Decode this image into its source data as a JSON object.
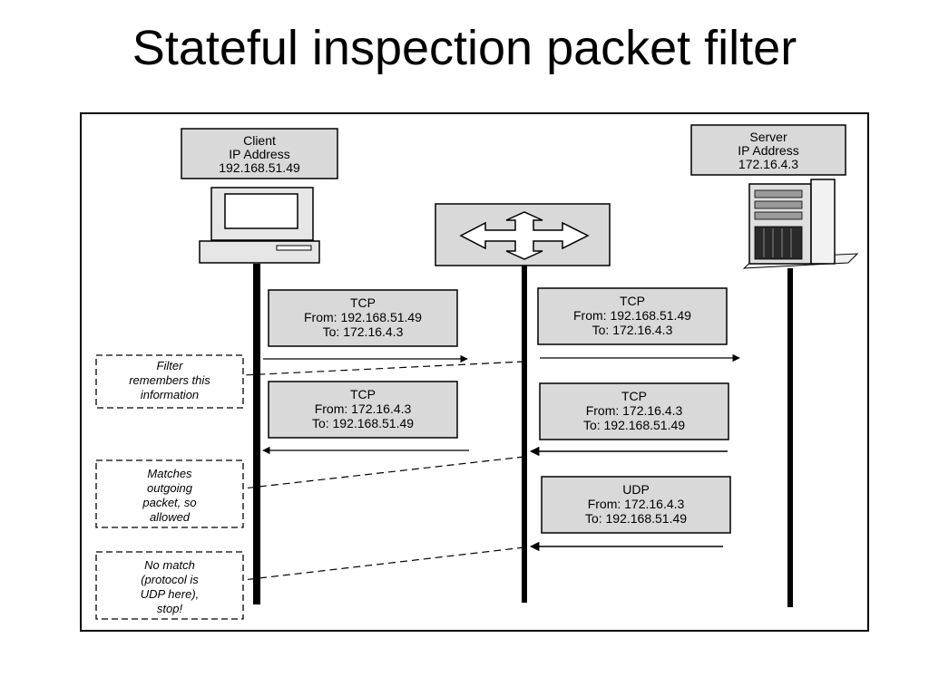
{
  "slide": {
    "title": "Stateful inspection packet filter"
  },
  "client": {
    "line1": "Client",
    "line2": "IP Address",
    "line3": "192.168.51.49"
  },
  "server": {
    "line1": "Server",
    "line2": "IP Address",
    "line3": "172.16.4.3"
  },
  "packets": {
    "tcp_out_left": {
      "l1": "TCP",
      "l2": "From: 192.168.51.49",
      "l3": "To: 172.16.4.3"
    },
    "tcp_out_right": {
      "l1": "TCP",
      "l2": "From: 192.168.51.49",
      "l3": "To: 172.16.4.3"
    },
    "tcp_in_left": {
      "l1": "TCP",
      "l2": "From: 172.16.4.3",
      "l3": "To: 192.168.51.49"
    },
    "tcp_in_right": {
      "l1": "TCP",
      "l2": "From: 172.16.4.3",
      "l3": "To: 192.168.51.49"
    },
    "udp_in_right": {
      "l1": "UDP",
      "l2": "From: 172.16.4.3",
      "l3": "To: 192.168.51.49"
    }
  },
  "notes": {
    "remember": {
      "l1": "Filter",
      "l2": "remembers this",
      "l3": "information"
    },
    "matches": {
      "l1": "Matches",
      "l2": "outgoing",
      "l3": "packet, so",
      "l4": "allowed"
    },
    "nomatch": {
      "l1": "No match",
      "l2": "(protocol is",
      "l3": "UDP here),",
      "l4": "stop!"
    }
  },
  "colors": {
    "box_fill": "#d9d9d9",
    "line": "#000000"
  }
}
